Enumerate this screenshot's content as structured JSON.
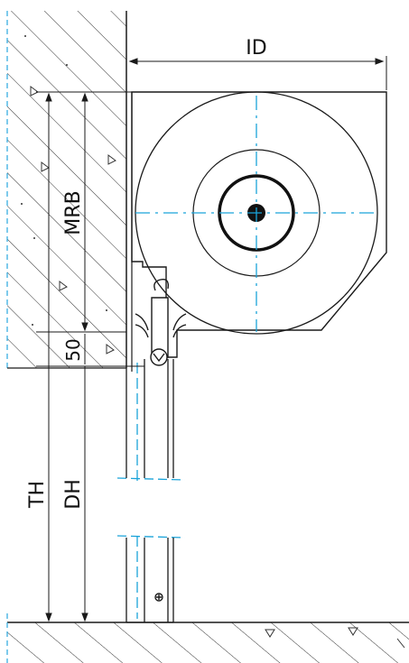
{
  "labels": {
    "id": "ID",
    "mrb": "MRB",
    "dim_50": "50",
    "th": "TH",
    "dh": "DH"
  },
  "colors": {
    "line": "#1a1a1a",
    "centerline": "#1aa3d9",
    "hatch": "#333333",
    "background": "#ffffff"
  }
}
